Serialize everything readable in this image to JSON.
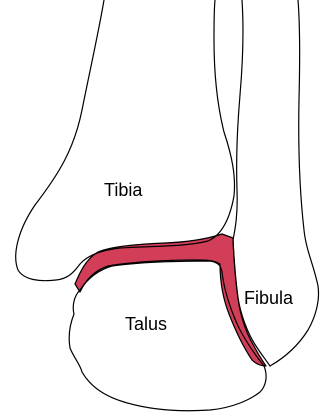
{
  "labels": {
    "tibia": "Tibia",
    "fibula": "Fibula",
    "talus": "Talus"
  },
  "colors": {
    "cartilage": "#d23e58",
    "outline": "#000000",
    "background": "#ffffff"
  }
}
